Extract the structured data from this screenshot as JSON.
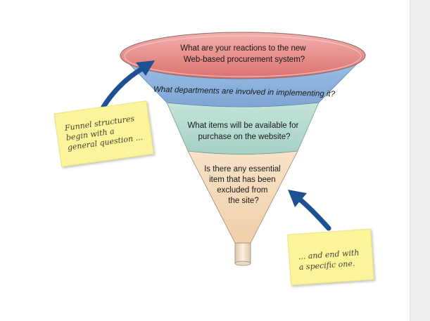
{
  "funnel": {
    "levels": [
      {
        "lines": [
          "What are your reactions to the new",
          "Web-based procurement system?"
        ],
        "color": "#e8898a"
      },
      {
        "lines": [
          "What departments are involved in implementing it?"
        ],
        "color": "#8fb6df"
      },
      {
        "lines": [
          "What items will be available for",
          "purchase on the website?"
        ],
        "color": "#b6dcd1"
      },
      {
        "lines": [
          "Is there any essential",
          "item that has been",
          "excluded from",
          "the site?"
        ],
        "color": "#f6dcbc"
      }
    ]
  },
  "notes": {
    "left": {
      "lines": [
        "Funnel structures",
        "begin with a",
        "general question ..."
      ],
      "color": "#fbf49a"
    },
    "right": {
      "lines": [
        "... and end with",
        "a specific one."
      ],
      "color": "#fbf49a"
    }
  },
  "colors": {
    "arrow": "#1d4f93",
    "outline": "#7a7a7a",
    "gutter": "#eeeeee"
  }
}
